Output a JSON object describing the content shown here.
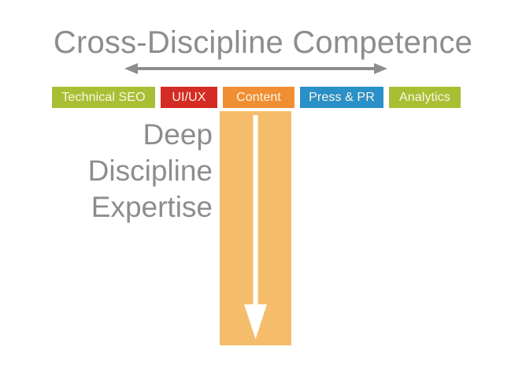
{
  "diagram": {
    "title": "Cross-Discipline Competence",
    "title_color": "#8d8d8d",
    "breadth_arrow": {
      "name": "horizontal-double-arrow",
      "color": "#8d8d8d",
      "direction": "both"
    },
    "depth_label": {
      "lines": [
        "Deep",
        "Discipline",
        "Expertise"
      ],
      "color": "#8d8d8d"
    },
    "depth_arrow": {
      "name": "vertical-down-arrow",
      "color": "#ffffff",
      "direction": "down"
    },
    "depth_column": {
      "color": "#f5bd6b",
      "highlight_category": "Content"
    },
    "categories": [
      {
        "label": "Technical SEO",
        "color": "#a8bf34",
        "text_color": "#fdf6e6"
      },
      {
        "label": "UI/UX",
        "color": "#d52b25",
        "text_color": "#fdf6e6"
      },
      {
        "label": "Content",
        "color": "#ef8f32",
        "text_color": "#fdf6e6"
      },
      {
        "label": "Press & PR",
        "color": "#2a90c8",
        "text_color": "#fdf6e6"
      },
      {
        "label": "Analytics",
        "color": "#a8bf34",
        "text_color": "#fdf6e6"
      }
    ]
  }
}
